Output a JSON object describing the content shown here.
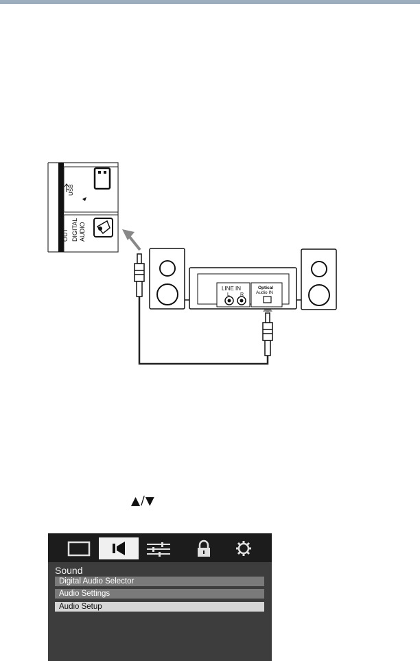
{
  "diagram": {
    "usb_label": "USB",
    "out_label": "OUT",
    "digital_label": "DIGITAL",
    "audio_label": "AUDIO",
    "line_in_label": "LINE IN",
    "left_label": "L",
    "right_label": "R",
    "optical_label": "Optical",
    "audio_in_label": "Audio IN"
  },
  "nav_arrows": "▲/▼",
  "menu": {
    "title": "Sound",
    "tabs": [
      {
        "icon": "picture-icon"
      },
      {
        "icon": "sound-icon",
        "active": true
      },
      {
        "icon": "preferences-sliders-icon"
      },
      {
        "icon": "lock-icon"
      },
      {
        "icon": "setup-gear-icon"
      }
    ],
    "items": [
      {
        "label": "Digital Audio Selector",
        "selected": false
      },
      {
        "label": "Audio Settings",
        "selected": false
      },
      {
        "label": "Audio Setup",
        "selected": true
      }
    ]
  },
  "colors": {
    "top_bar": "#9cadbd",
    "menu_bg": "#3d3d3d",
    "menu_tabs_bg": "#1c1c1c",
    "menu_item_bg": "#7a7a7a",
    "menu_item_selected_bg": "#d6d6d6"
  }
}
